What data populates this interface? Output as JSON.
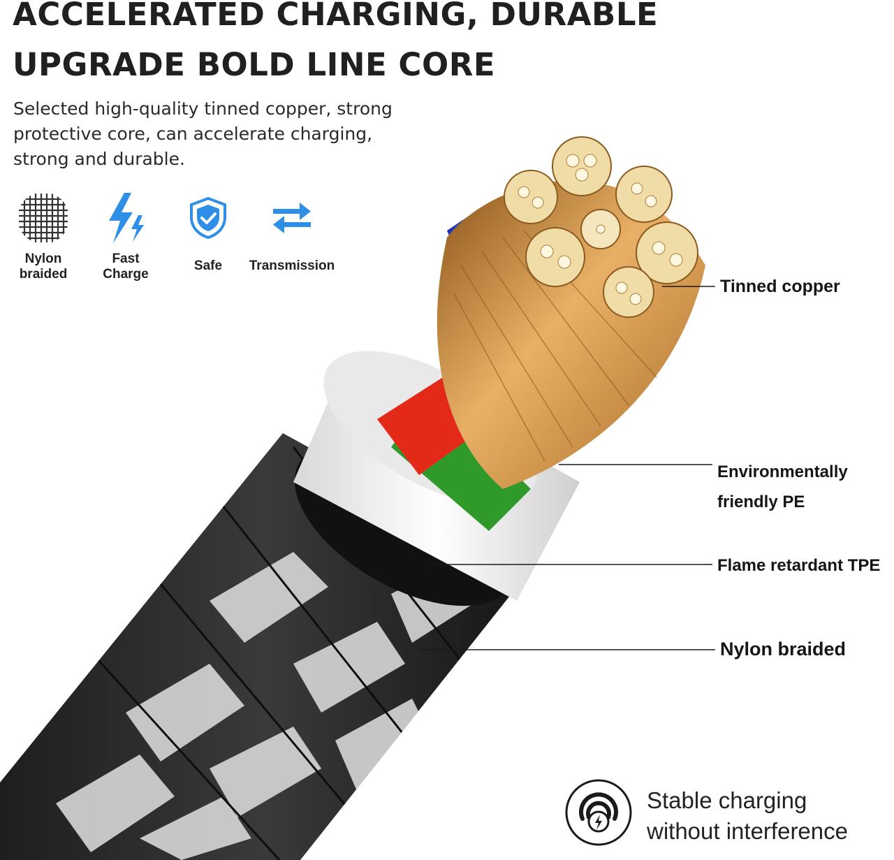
{
  "heading": {
    "line1": "ACCELERATED CHARGING, DURABLE",
    "line2": "UPGRADE BOLD LINE CORE",
    "description": "Selected high-quality tinned copper, strong protective core, can accelerate charging, strong and durable."
  },
  "features": [
    {
      "icon": "mesh-icon",
      "label": "Nylon\nbraided"
    },
    {
      "icon": "lightning-icon",
      "label": "Fast\nCharge"
    },
    {
      "icon": "shield-check-icon",
      "label": "Safe"
    },
    {
      "icon": "transfer-arrows-icon",
      "label": "Transmission"
    }
  ],
  "callouts": {
    "tinned_copper": "Tinned copper",
    "pe": "Environmentally friendly PE",
    "tpe": "Flame retardant TPE",
    "nylon": "Nylon braided"
  },
  "badge": {
    "icon": "signal-shield-icon",
    "line1": "Stable charging",
    "line2": "without interference"
  },
  "colors": {
    "accent_blue": "#2f8fe6",
    "copper": "#d79a45",
    "red_wire": "#e32a18",
    "green_wire": "#2f9a2a",
    "braid_dark": "#2b2b2b"
  }
}
